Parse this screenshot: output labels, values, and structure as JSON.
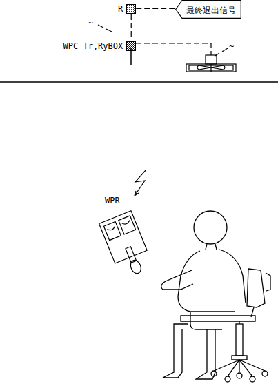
{
  "diagram": {
    "nodes": [
      {
        "text": [
          "R"
        ]
      },
      {
        "text": [
          "最終退出信号"
        ]
      },
      {
        "text": [
          "WPC Tr,RyBOX"
        ]
      }
    ],
    "edges": [
      {
        "from": 0,
        "to": 1,
        "arrow": "none"
      },
      {
        "from": 0,
        "to": 2,
        "arrow": "none"
      }
    ],
    "labels": [
      "~",
      "~",
      "WPR"
    ]
  }
}
